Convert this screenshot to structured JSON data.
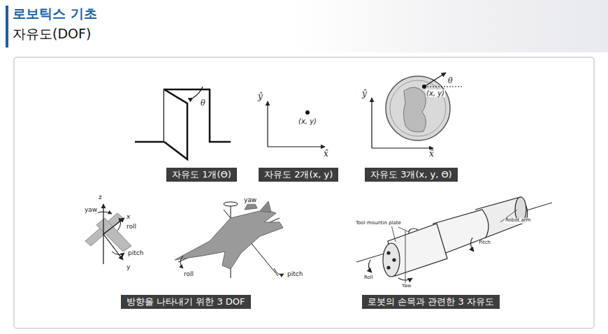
{
  "diagram": {
    "title": "로보틱스 기초",
    "nodes": [
      {
        "text": [
          "자유도 1개(Θ)"
        ]
      },
      {
        "text": [
          "자유도 2개(x, y)"
        ]
      },
      {
        "text": [
          "자유도 3개(x, y, Θ)"
        ]
      },
      {
        "text": [
          "방향을 나타내기 위한 3 DOF"
        ]
      },
      {
        "text": [
          "로봇의 손목과 관련한 3 자유도"
        ]
      }
    ],
    "labels": [
      "자유도(DOF)",
      "θ",
      "ŷ",
      "x̂",
      "(x, y)",
      "ŷ",
      "x̂",
      "(x, y)",
      "θ",
      "z",
      "yaw",
      "x",
      "roll",
      "pitch",
      "y",
      "yaw",
      "roll",
      "pitch",
      "Tool mountin plate",
      "Robot arm",
      "Pitch",
      "Roll",
      "Yaw"
    ]
  }
}
